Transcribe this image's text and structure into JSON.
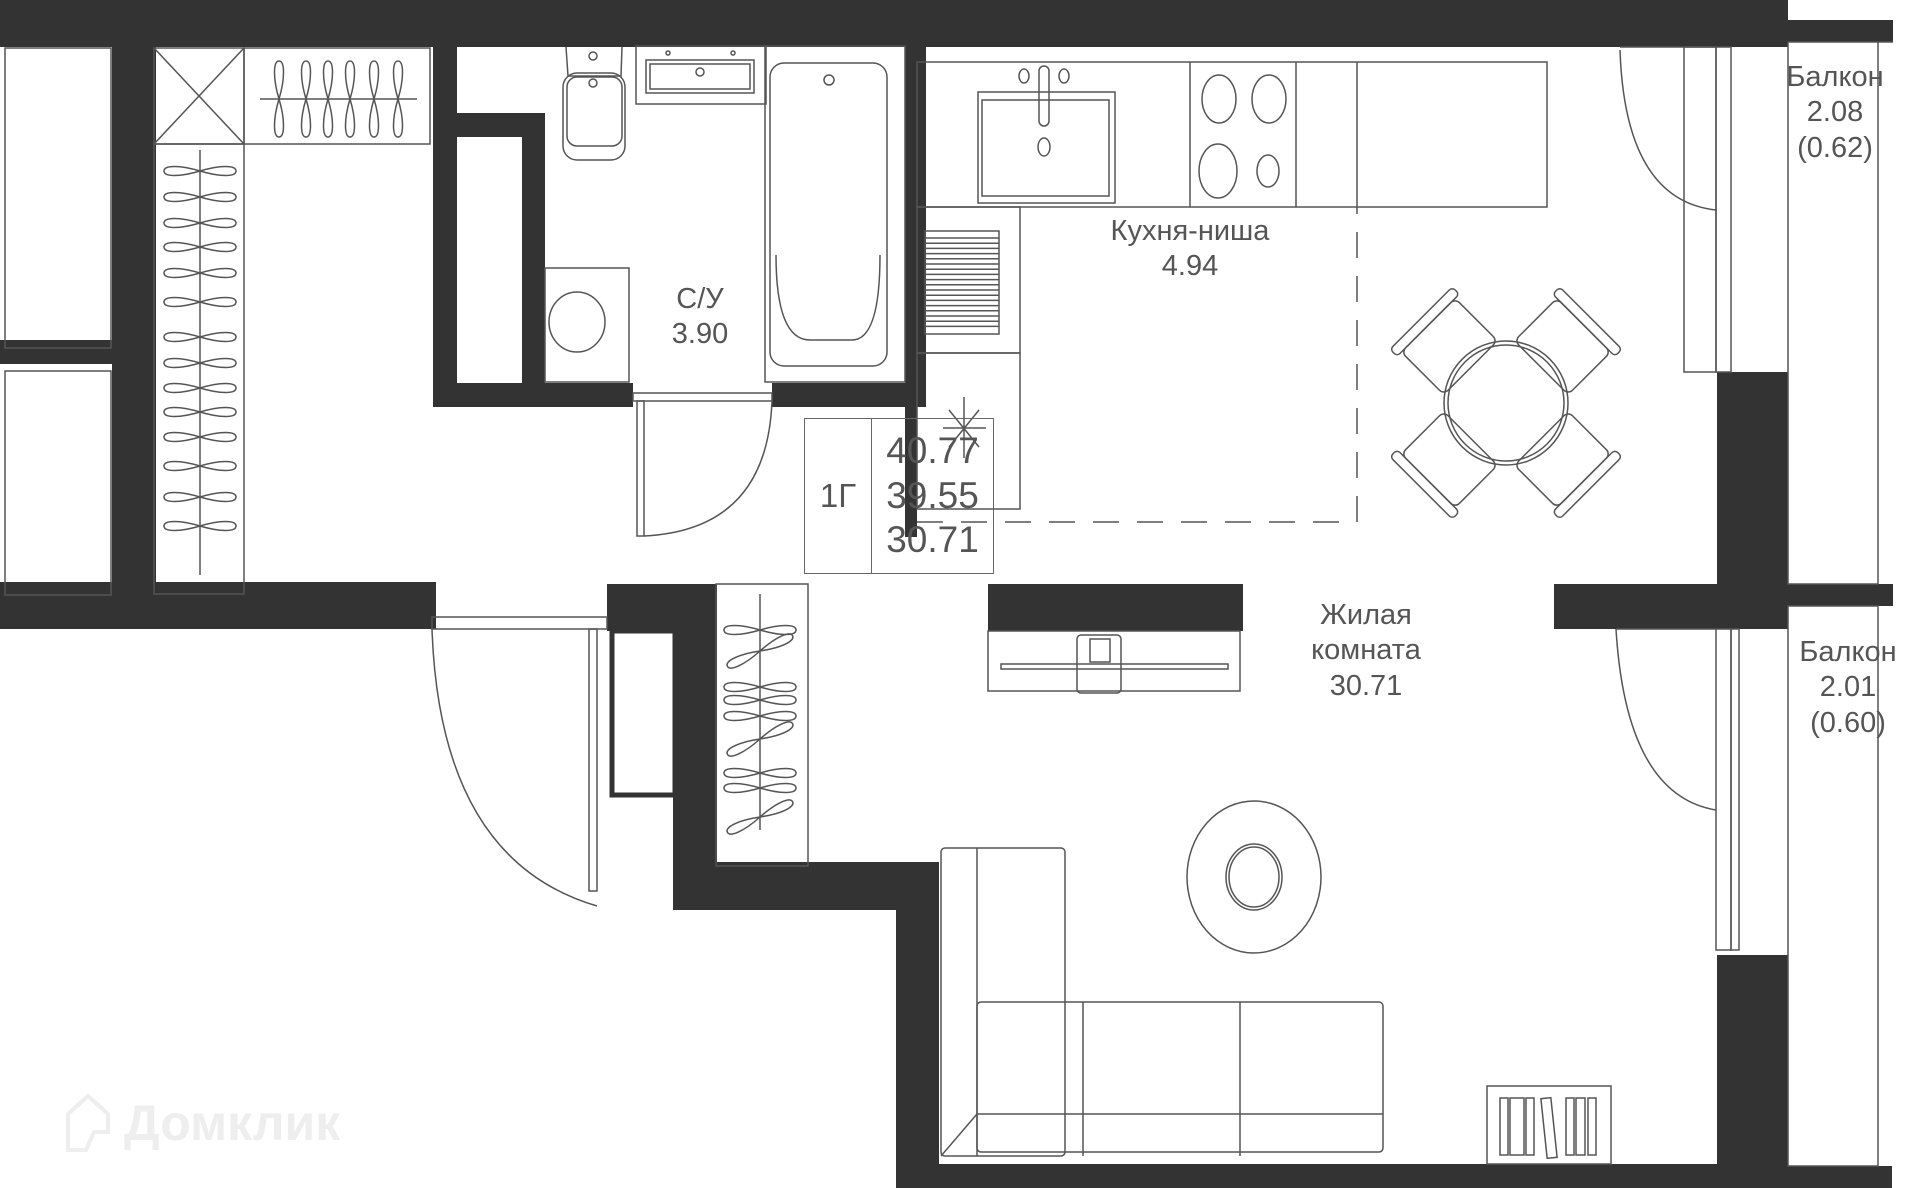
{
  "plan": {
    "colors": {
      "wall": "#333333",
      "line": "#555555",
      "text": "#555555",
      "background": "#ffffff",
      "watermark": "#eeeeee"
    },
    "rooms": [
      {
        "id": "bathroom",
        "name": "С/У",
        "area": "3.90"
      },
      {
        "id": "kitchen",
        "name": "Кухня-ниша",
        "area": "4.94"
      },
      {
        "id": "living",
        "name_line1": "Жилая",
        "name_line2": "комната",
        "area": "30.71"
      },
      {
        "id": "balcony-1",
        "name": "Балкон",
        "area": "2.08",
        "reduced_area": "(0.62)"
      },
      {
        "id": "balcony-2",
        "name": "Балкон",
        "area": "2.01",
        "reduced_area": "(0.60)"
      }
    ],
    "summary": {
      "type": "1Г",
      "total_area": "40.77",
      "area_without_balcony": "39.55",
      "living_area": "30.71"
    },
    "watermark": "Домклик",
    "icons": [
      "house-logo-icon",
      "toilet-icon",
      "sink-icon",
      "bathtub-icon",
      "washing-machine-icon",
      "kitchen-sink-icon",
      "cooktop-icon",
      "dishwasher-icon",
      "fridge-icon",
      "dining-table-icon",
      "tv-icon",
      "sofa-icon",
      "coffee-table-icon",
      "bookshelf-icon",
      "wardrobe-icon",
      "door-icon"
    ]
  }
}
